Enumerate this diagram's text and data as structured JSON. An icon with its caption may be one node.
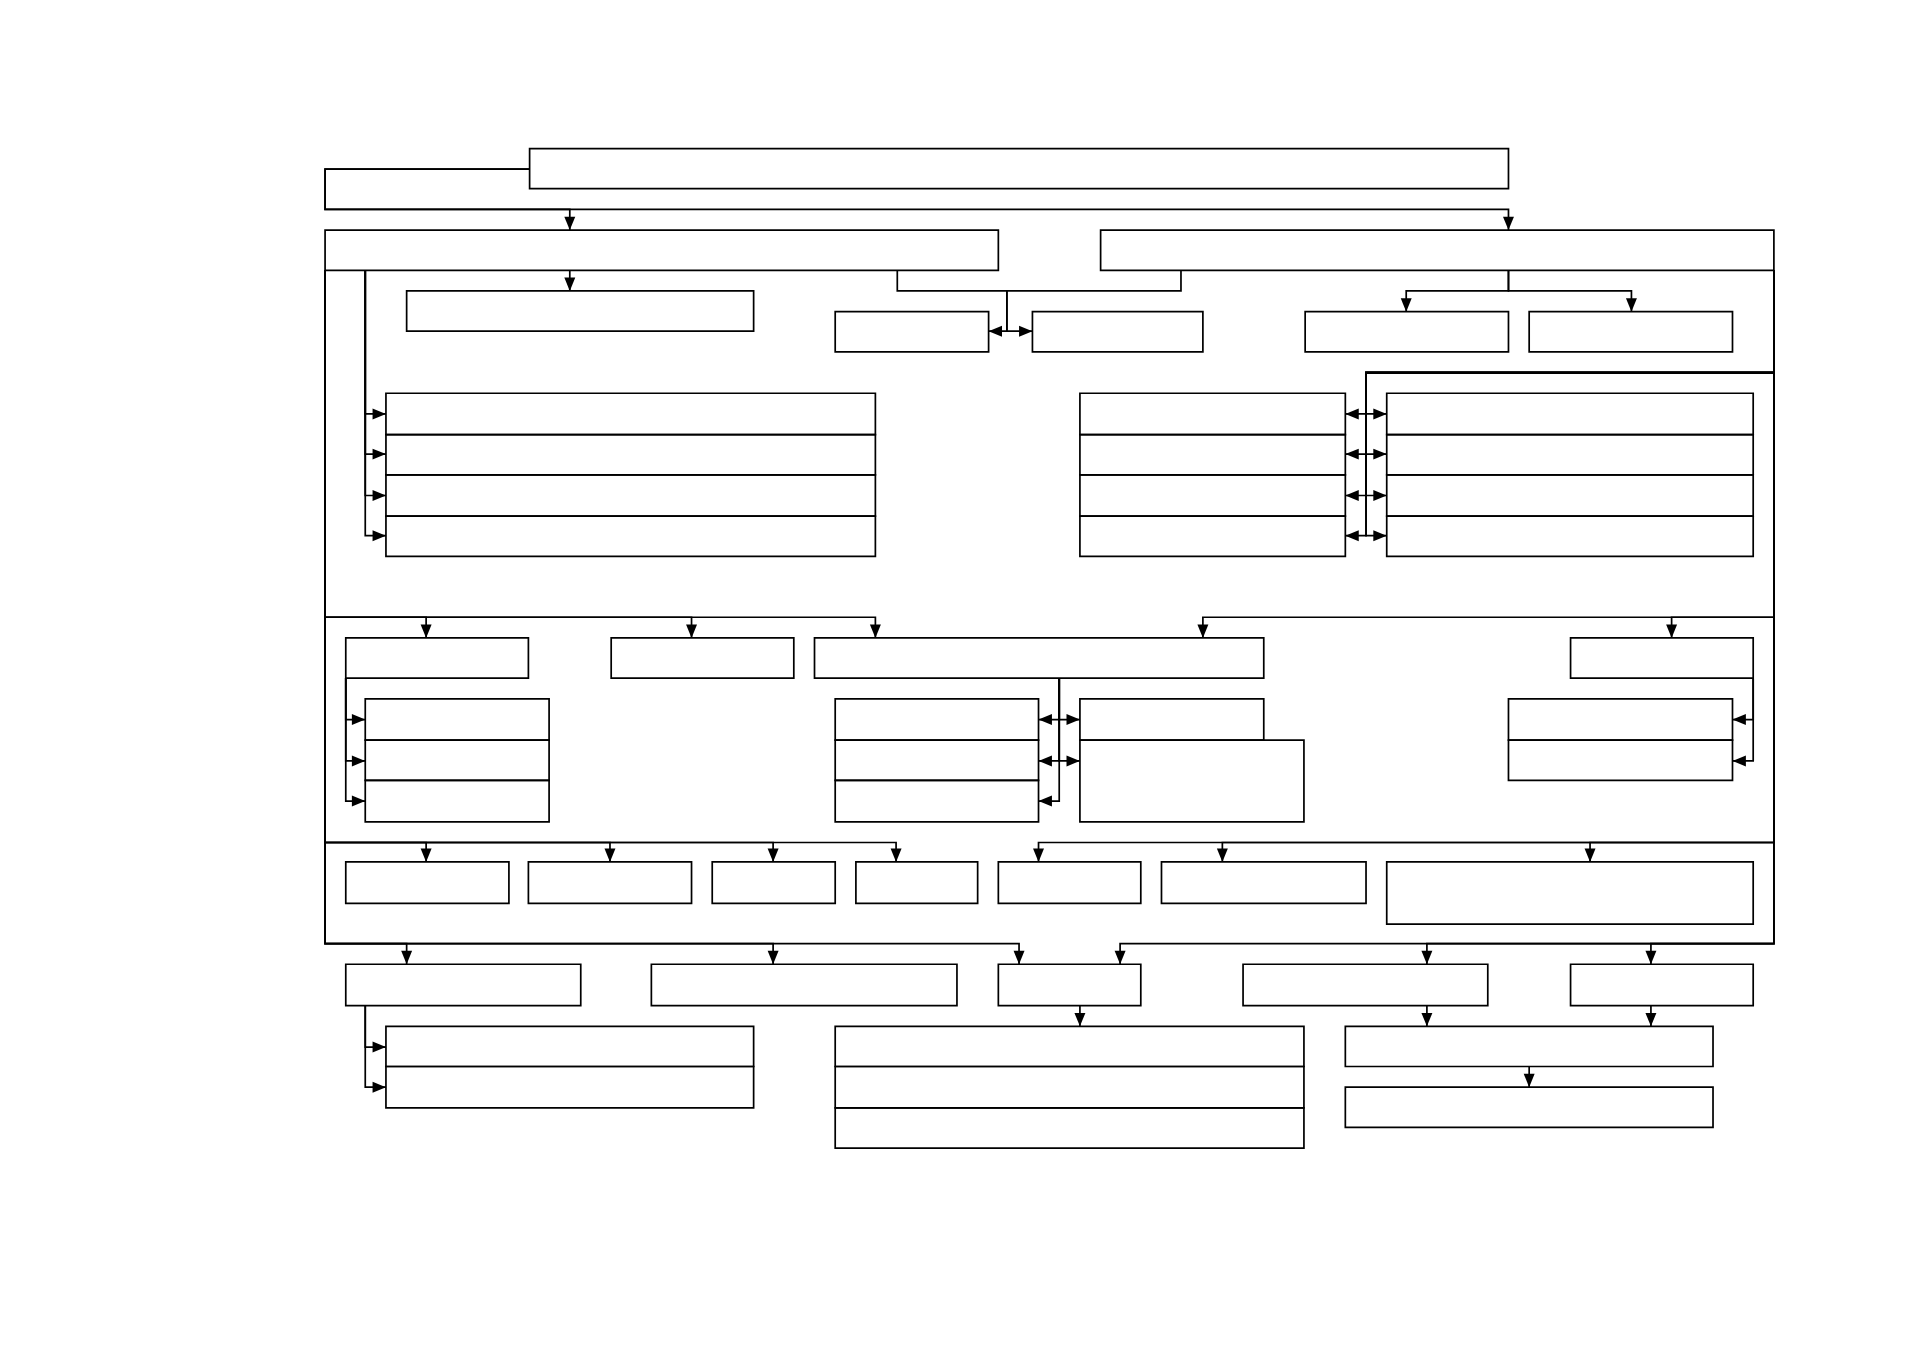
{
  "diagram": {
    "nodes": [
      {
        "text": [],
        "shape": "box"
      },
      {
        "text": [],
        "shape": "box"
      },
      {
        "text": [],
        "shape": "box"
      },
      {
        "text": [],
        "shape": "box"
      },
      {
        "text": [],
        "shape": "box"
      },
      {
        "text": [],
        "shape": "box"
      },
      {
        "text": [],
        "shape": "box"
      },
      {
        "text": [],
        "shape": "box"
      },
      {
        "text": [],
        "shape": "box"
      },
      {
        "text": [],
        "shape": "box"
      },
      {
        "text": [],
        "shape": "box"
      },
      {
        "text": [],
        "shape": "box"
      },
      {
        "text": [],
        "shape": "box"
      },
      {
        "text": [],
        "shape": "box"
      },
      {
        "text": [],
        "shape": "box"
      },
      {
        "text": [],
        "shape": "box"
      },
      {
        "text": [],
        "shape": "box"
      },
      {
        "text": [],
        "shape": "box"
      },
      {
        "text": [],
        "shape": "box"
      },
      {
        "text": [],
        "shape": "box"
      },
      {
        "text": [],
        "shape": "box"
      },
      {
        "text": [],
        "shape": "box"
      },
      {
        "text": [],
        "shape": "box"
      },
      {
        "text": [],
        "shape": "box"
      },
      {
        "text": [],
        "shape": "box"
      },
      {
        "text": [],
        "shape": "box"
      },
      {
        "text": [],
        "shape": "box"
      },
      {
        "text": [],
        "shape": "box"
      },
      {
        "text": [],
        "shape": "box"
      },
      {
        "text": [],
        "shape": "box"
      },
      {
        "text": [],
        "shape": "box"
      },
      {
        "text": [],
        "shape": "box"
      },
      {
        "text": [],
        "shape": "box"
      },
      {
        "text": [],
        "shape": "box"
      },
      {
        "text": [],
        "shape": "box"
      },
      {
        "text": [],
        "shape": "box"
      },
      {
        "text": [],
        "shape": "box"
      },
      {
        "text": [],
        "shape": "box"
      },
      {
        "text": [],
        "shape": "box"
      },
      {
        "text": [],
        "shape": "box"
      },
      {
        "text": [],
        "shape": "box"
      },
      {
        "text": [],
        "shape": "box"
      },
      {
        "text": [],
        "shape": "box"
      },
      {
        "text": [],
        "shape": "box"
      },
      {
        "text": [],
        "shape": "box"
      },
      {
        "text": [],
        "shape": "box"
      },
      {
        "text": [],
        "shape": "box"
      },
      {
        "text": [],
        "shape": "box"
      },
      {
        "text": [],
        "shape": "box"
      },
      {
        "text": [],
        "shape": "box"
      },
      {
        "text": [],
        "shape": "box"
      },
      {
        "text": [],
        "shape": "box"
      },
      {
        "text": [],
        "shape": "box"
      }
    ],
    "edges": [
      {
        "from": 0,
        "to": 1,
        "arrow": "to"
      },
      {
        "from": 0,
        "to": 2,
        "arrow": "to"
      },
      {
        "from": 1,
        "to": 3,
        "arrow": "to"
      },
      {
        "from": 1,
        "to": 4,
        "arrow": "to"
      },
      {
        "from": 2,
        "to": 5,
        "arrow": "to"
      },
      {
        "from": 2,
        "to": 6,
        "arrow": "to"
      },
      {
        "from": 2,
        "to": 7,
        "arrow": "to"
      },
      {
        "from": 1,
        "to": 8,
        "arrow": "to"
      },
      {
        "from": 1,
        "to": 9,
        "arrow": "to"
      },
      {
        "from": 1,
        "to": 10,
        "arrow": "to"
      },
      {
        "from": 1,
        "to": 11,
        "arrow": "to"
      },
      {
        "from": 2,
        "to": 12,
        "arrow": "to"
      },
      {
        "from": 2,
        "to": 13,
        "arrow": "to"
      },
      {
        "from": 2,
        "to": 14,
        "arrow": "to"
      },
      {
        "from": 2,
        "to": 15,
        "arrow": "to"
      },
      {
        "from": 2,
        "to": 16,
        "arrow": "to"
      },
      {
        "from": 2,
        "to": 17,
        "arrow": "to"
      },
      {
        "from": 2,
        "to": 18,
        "arrow": "to"
      },
      {
        "from": 2,
        "to": 19,
        "arrow": "to"
      },
      {
        "from": 1,
        "to": 20,
        "arrow": "to"
      },
      {
        "from": 1,
        "to": 21,
        "arrow": "to"
      },
      {
        "from": 1,
        "to": 22,
        "arrow": "to"
      },
      {
        "from": 2,
        "to": 22,
        "arrow": "to"
      },
      {
        "from": 2,
        "to": 23,
        "arrow": "to"
      },
      {
        "from": 20,
        "to": 24,
        "arrow": "to"
      },
      {
        "from": 20,
        "to": 25,
        "arrow": "to"
      },
      {
        "from": 20,
        "to": 26,
        "arrow": "to"
      },
      {
        "from": 22,
        "to": 27,
        "arrow": "to"
      },
      {
        "from": 22,
        "to": 30,
        "arrow": "to"
      },
      {
        "from": 22,
        "to": 28,
        "arrow": "to"
      },
      {
        "from": 22,
        "to": 31,
        "arrow": "to"
      },
      {
        "from": 22,
        "to": 29,
        "arrow": "to"
      },
      {
        "from": 23,
        "to": 32,
        "arrow": "to"
      },
      {
        "from": 23,
        "to": 33,
        "arrow": "to"
      },
      {
        "from": 1,
        "to": 34,
        "arrow": "to"
      },
      {
        "from": 1,
        "to": 35,
        "arrow": "to"
      },
      {
        "from": 1,
        "to": 36,
        "arrow": "to"
      },
      {
        "from": 1,
        "to": 37,
        "arrow": "to"
      },
      {
        "from": 2,
        "to": 38,
        "arrow": "to"
      },
      {
        "from": 2,
        "to": 39,
        "arrow": "to"
      },
      {
        "from": 2,
        "to": 40,
        "arrow": "to"
      },
      {
        "from": 1,
        "to": 41,
        "arrow": "to"
      },
      {
        "from": 1,
        "to": 42,
        "arrow": "to"
      },
      {
        "from": 1,
        "to": 43,
        "arrow": "to"
      },
      {
        "from": 2,
        "to": 43,
        "arrow": "to"
      },
      {
        "from": 2,
        "to": 44,
        "arrow": "to"
      },
      {
        "from": 2,
        "to": 45,
        "arrow": "to"
      },
      {
        "from": 41,
        "to": 46,
        "arrow": "to"
      },
      {
        "from": 41,
        "to": 47,
        "arrow": "to"
      },
      {
        "from": 43,
        "to": 48,
        "arrow": "to"
      },
      {
        "from": 44,
        "to": 51,
        "arrow": "to"
      },
      {
        "from": 45,
        "to": 51,
        "arrow": "to"
      },
      {
        "from": 51,
        "to": 52,
        "arrow": "to"
      }
    ]
  }
}
